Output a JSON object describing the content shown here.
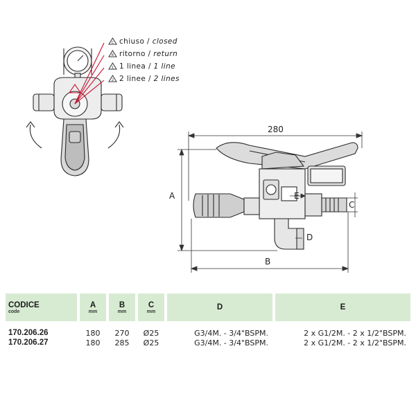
{
  "legend": [
    {
      "symbol": "C",
      "it": "chiuso",
      "en": "closed"
    },
    {
      "symbol": "R",
      "it": "ritorno",
      "en": "return"
    },
    {
      "symbol": "1",
      "it": "1 linea",
      "en": "1 line"
    },
    {
      "symbol": "2",
      "it": "2 linee",
      "en": "2 lines"
    }
  ],
  "dimensions": {
    "overall": "280",
    "a": "A",
    "b": "B",
    "c": "C",
    "d": "D",
    "e": "E"
  },
  "table": {
    "headers": {
      "code": "CODICE",
      "code_sub": "code",
      "a": "A",
      "a_unit": "mm",
      "b": "B",
      "b_unit": "mm",
      "c": "C",
      "c_unit": "mm",
      "d": "D",
      "e": "E"
    },
    "rows": [
      {
        "code": "170.206.26",
        "a": "180",
        "b": "270",
        "c": "Ø25",
        "d": "G3/4M. - 3/4\"BSPM.",
        "e": "2 x G1/2M. - 2 x 1/2\"BSPM."
      },
      {
        "code": "170.206.27",
        "a": "180",
        "b": "285",
        "c": "Ø25",
        "d": "G3/4M. - 3/4\"BSPM.",
        "e": "2 x G1/2M. - 2 x 1/2\"BSPM."
      }
    ]
  }
}
